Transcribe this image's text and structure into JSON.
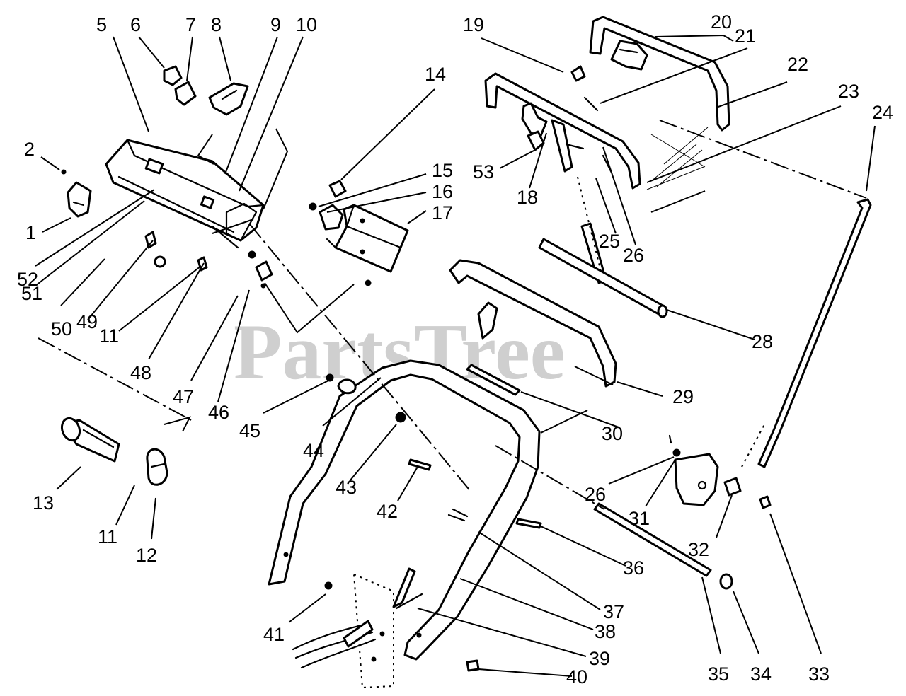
{
  "watermark": "PartsTree",
  "callouts": [
    "1",
    "2",
    "5",
    "6",
    "7",
    "8",
    "9",
    "10",
    "11",
    "12",
    "13",
    "14",
    "15",
    "16",
    "17",
    "18",
    "19",
    "20",
    "21",
    "22",
    "23",
    "24",
    "25",
    "26",
    "28",
    "29",
    "30",
    "31",
    "32",
    "33",
    "34",
    "35",
    "36",
    "37",
    "38",
    "39",
    "40",
    "41",
    "42",
    "43",
    "44",
    "45",
    "46",
    "47",
    "48",
    "49",
    "50",
    "51",
    "52",
    "53"
  ]
}
